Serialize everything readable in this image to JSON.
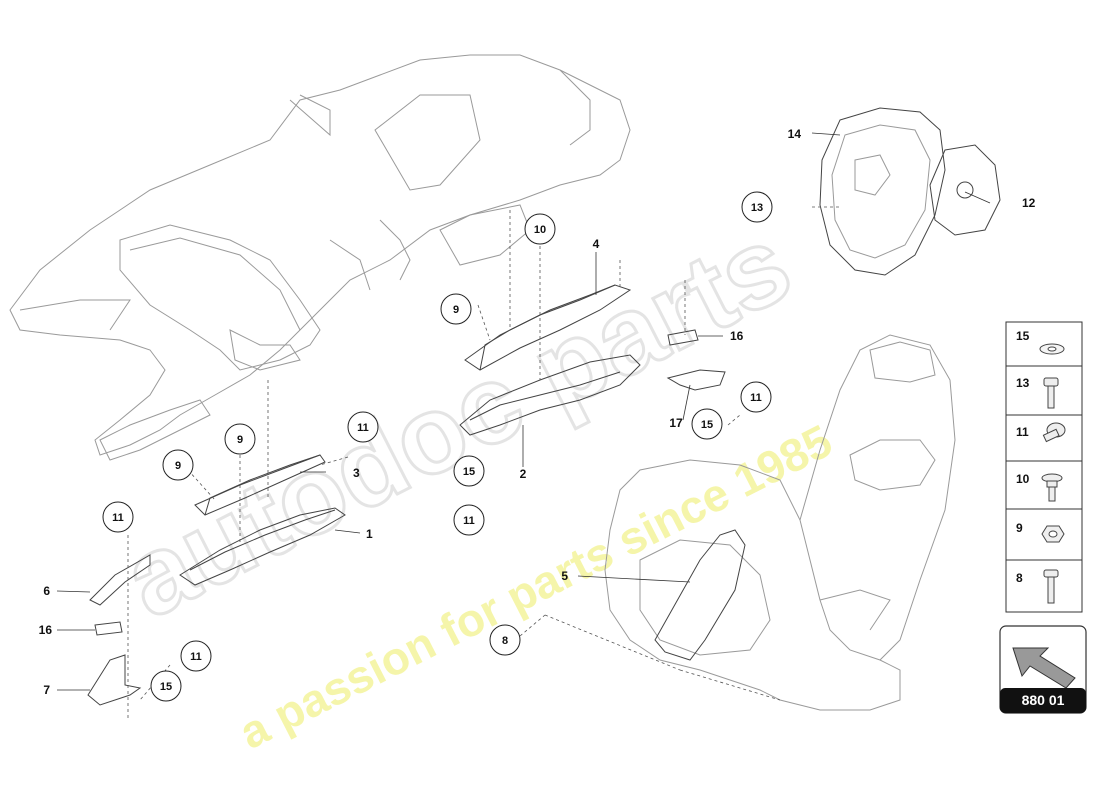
{
  "watermark": {
    "brand": "autodoc parts",
    "tagline": "a passion for parts since 1985"
  },
  "diagram_code": "880 01",
  "callouts": {
    "c1": "1",
    "c2": "2",
    "c3": "3",
    "c4": "4",
    "c5": "5",
    "c6": "6",
    "c7": "7",
    "c8": "8",
    "c9a": "9",
    "c9b": "9",
    "c9c": "9",
    "c10": "10",
    "c11a": "11",
    "c11b": "11",
    "c11c": "11",
    "c11d": "11",
    "c11e": "11",
    "c12": "12",
    "c13": "13",
    "c14": "14",
    "c15a": "15",
    "c15b": "15",
    "c15c": "15",
    "c16a": "16",
    "c16b": "16",
    "c17": "17"
  },
  "legend": [
    {
      "number": "15",
      "icon": "washer-icon"
    },
    {
      "number": "13",
      "icon": "screw-icon"
    },
    {
      "number": "11",
      "icon": "bolt-icon"
    },
    {
      "number": "10",
      "icon": "flange-bolt-icon"
    },
    {
      "number": "9",
      "icon": "nut-icon"
    },
    {
      "number": "8",
      "icon": "screw-icon"
    }
  ]
}
